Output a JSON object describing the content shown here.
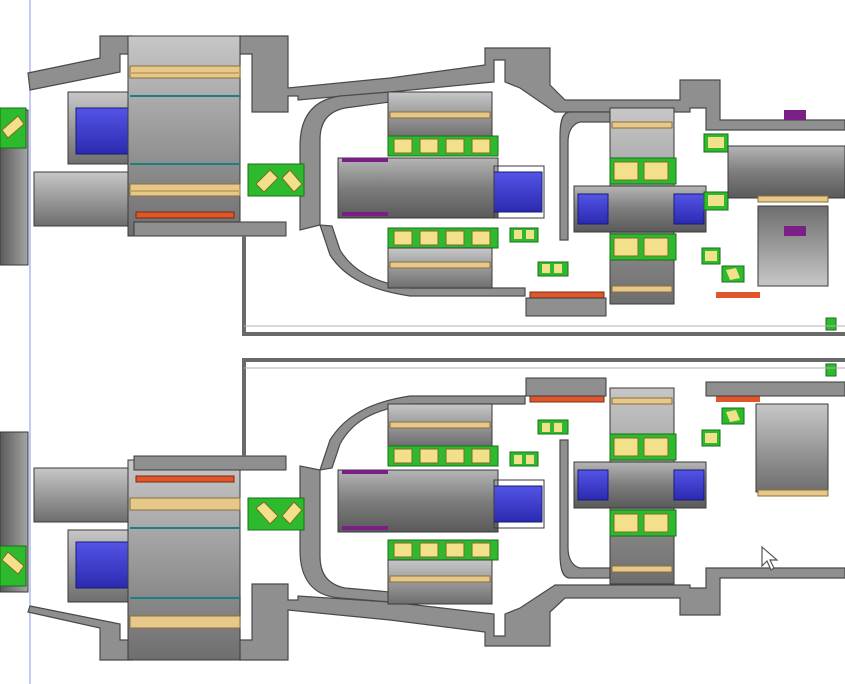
{
  "diagram": {
    "type": "gearbox-cross-section",
    "halves": [
      "upper-half",
      "lower-half"
    ],
    "colors": {
      "housing_fill": "#8f8f8f",
      "housing_light": "#b9b9b9",
      "housing_dark": "#4a4a4a",
      "gear_fill": "#a7a7a7",
      "bearing_green": "#2dbb2d",
      "roller_yellow": "#f2e08a",
      "tooth_tan": "#e6c98a",
      "hub_blue": "#3b3bd6",
      "seal_red": "#e0552a",
      "seal_purple": "#7a1f86",
      "guide_line": "#9aa6ee"
    }
  },
  "cursor": {
    "icon": "mouse-pointer-icon"
  }
}
